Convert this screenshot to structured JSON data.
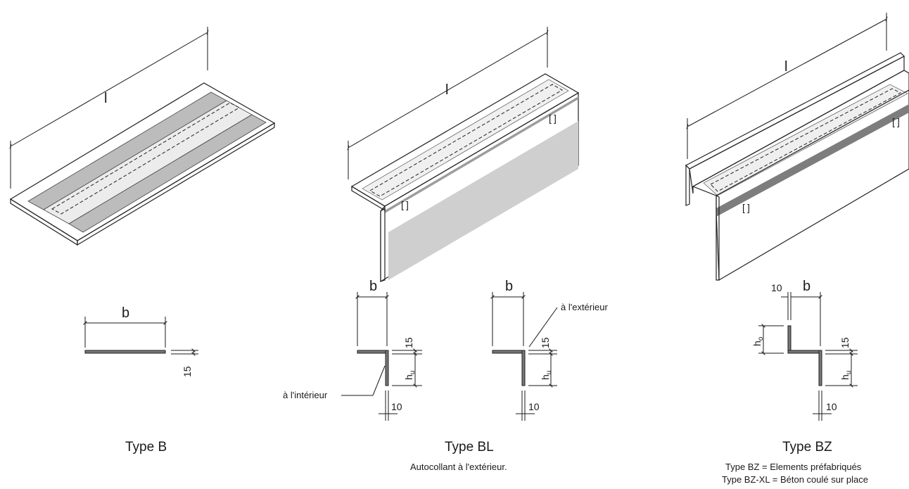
{
  "diagram": {
    "dimensions": {
      "length": "l",
      "width": "b",
      "fifteen": "15",
      "ten": "10",
      "hu": "hu",
      "ho": "ho",
      "hu_main": "h",
      "hu_sub": "u",
      "ho_main": "h",
      "ho_sub": "o"
    },
    "labels": {
      "inside": "à l'intérieur",
      "outside": "à l'extérieur"
    },
    "types": [
      {
        "caption": "Type B",
        "note": ""
      },
      {
        "caption": "Type BL",
        "note": "Autocollant à l'extérieur."
      },
      {
        "caption": "Type BZ",
        "note_line1": "Type BZ = Elements préfabriqués",
        "note_line2": "Type BZ-XL = Béton coulé sur place"
      }
    ]
  },
  "colors": {
    "light": "#e8e8e8",
    "mid": "#bdbdbd",
    "dark": "#8f8f8f",
    "ink": "#1a1a1a"
  }
}
